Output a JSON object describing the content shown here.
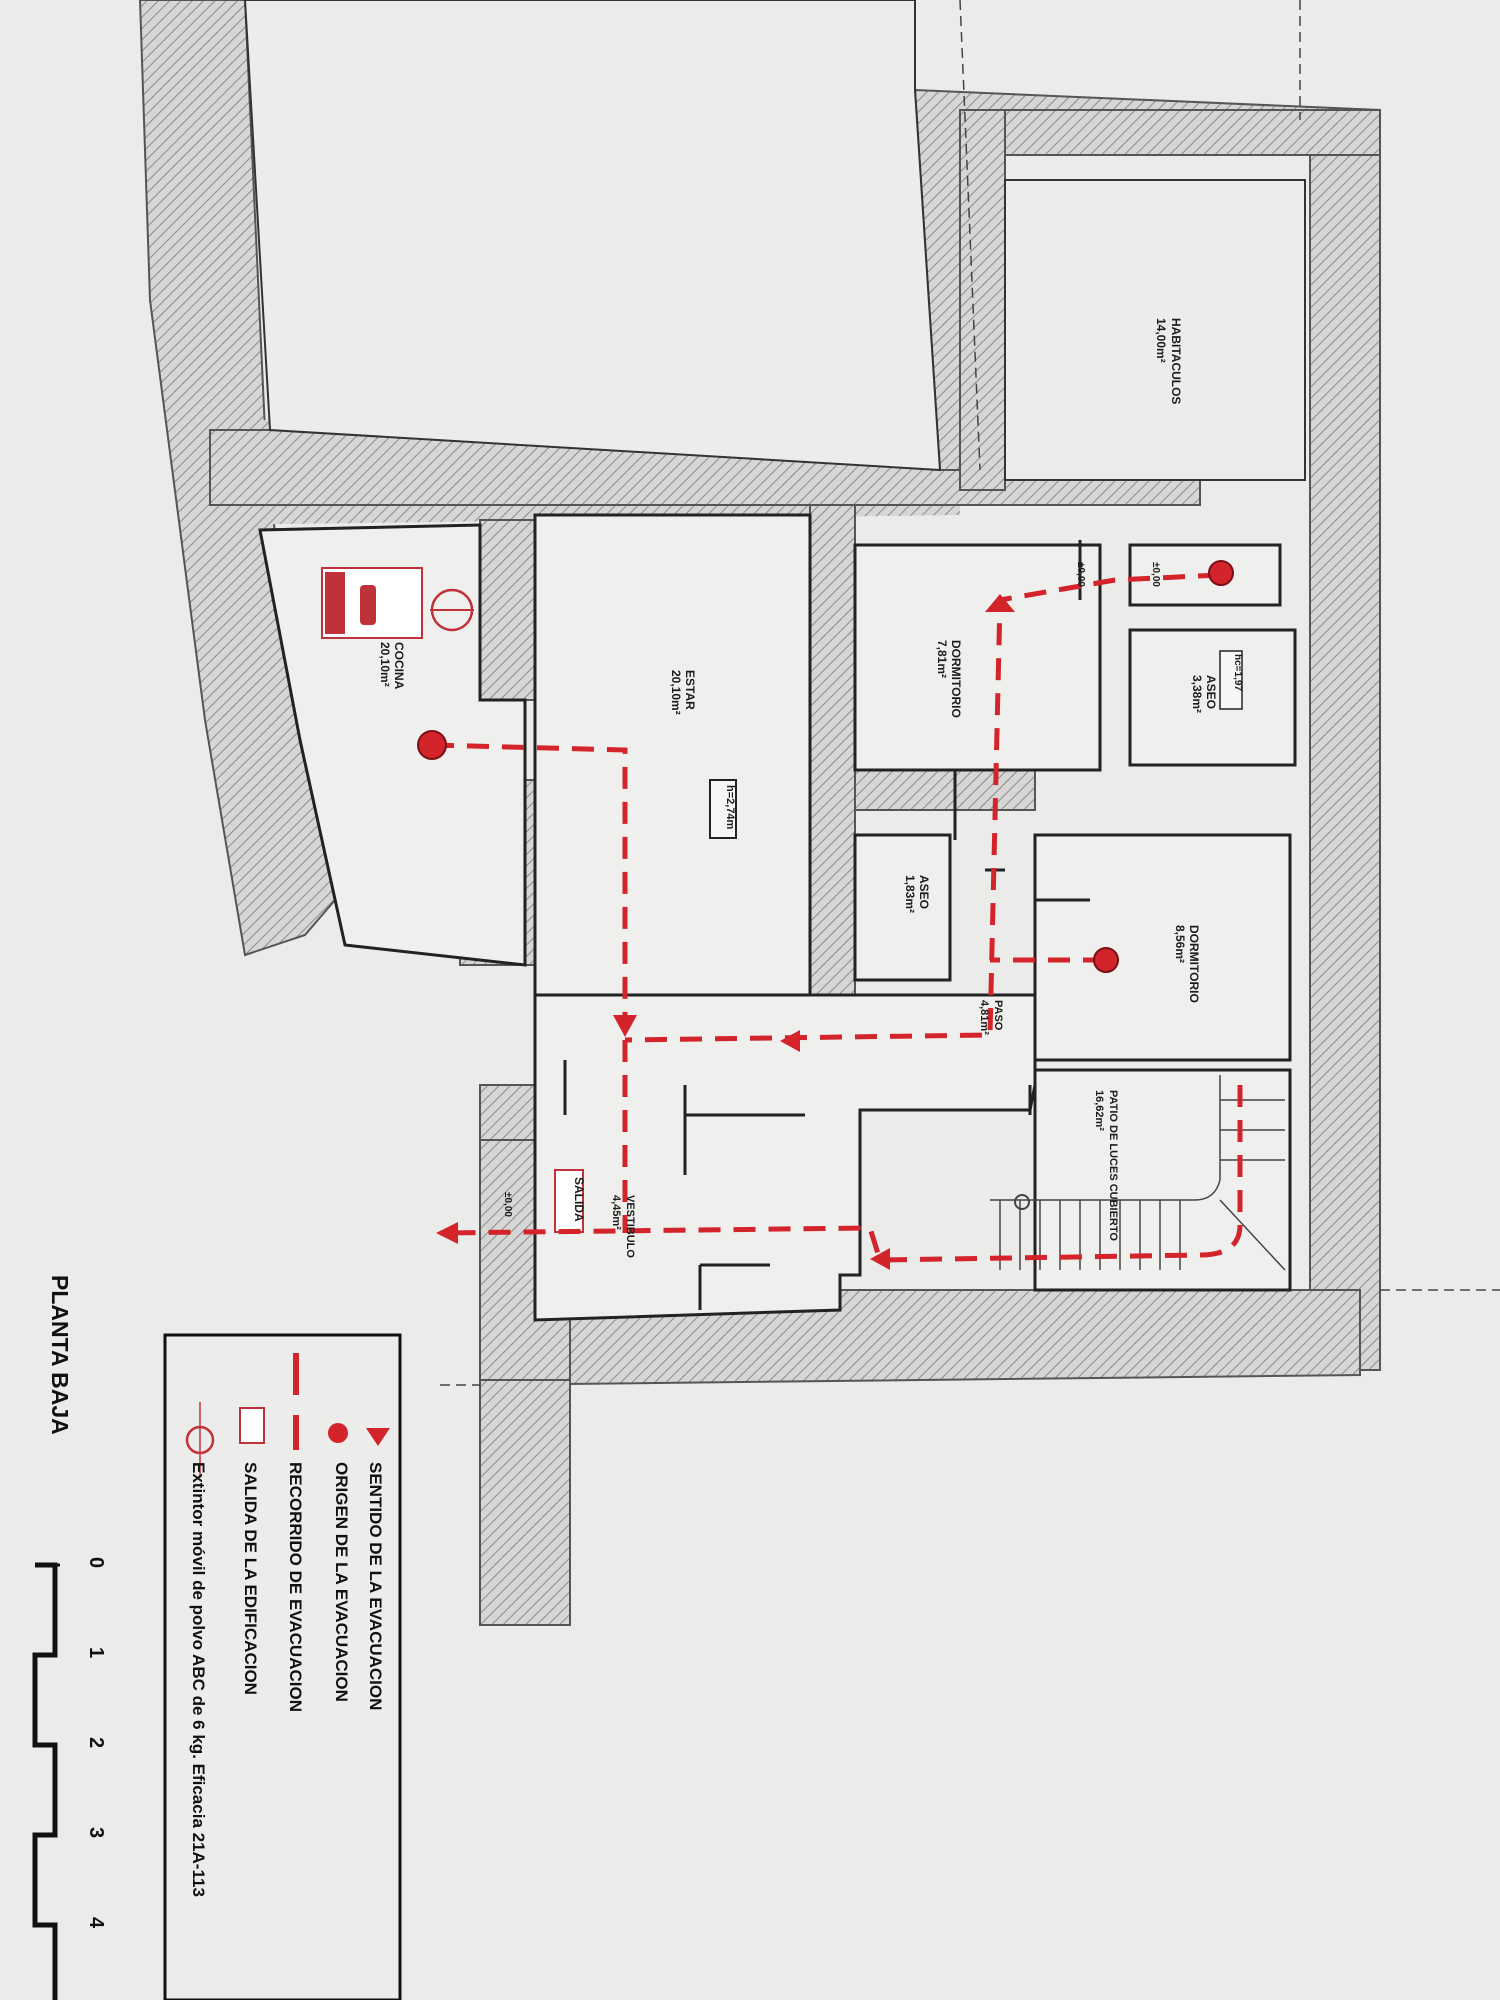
{
  "rooms": {
    "habitaculos": {
      "name": "HABITACULOS",
      "area": "14,00m²"
    },
    "cocina": {
      "name": "COCINA",
      "area": "20,10m²"
    },
    "estar": {
      "name": "ESTAR",
      "area": "20,10m²"
    },
    "estar_height": "h=2,74m",
    "dormitorio1": {
      "name": "DORMITORIO",
      "area": "7,81m²"
    },
    "aseo1": {
      "name": "ASEO",
      "area": "3,38m²"
    },
    "aseo1_height": "hc=1,97",
    "aseo2": {
      "name": "ASEO",
      "area": "1,83m²"
    },
    "paso": {
      "name": "PASO",
      "area": "4,81m²"
    },
    "dormitorio2": {
      "name": "DORMITORIO",
      "area": "8,56m²"
    },
    "patio": {
      "name": "PATIO DE LUCES CUBIERTO",
      "area": "16,62m²"
    },
    "vestibulo": {
      "name": "VESTIBULO",
      "area": "4,45m²"
    }
  },
  "levels": {
    "a": "±0,00",
    "b": "±0,00",
    "c": "±0,00"
  },
  "signs": {
    "salida": "SALIDA",
    "extintor": "EXTINTOR"
  },
  "legend": {
    "items": [
      {
        "icon": "direction-arrow-icon",
        "label": "SENTIDO DE LA EVACUACION"
      },
      {
        "icon": "origin-dot-icon",
        "label": "ORIGEN DE LA EVACUACION"
      },
      {
        "icon": "dashed-route-icon",
        "label": "RECORRIDO DE EVACUACION"
      },
      {
        "icon": "exit-sign-icon",
        "label": "SALIDA DE LA EDIFICACION"
      },
      {
        "icon": "extinguisher-icon",
        "label": "Extintor móvil de polvo ABC de 6 kg. Eficacia 21A-113"
      }
    ]
  },
  "plan_title": "PLANTA BAJA",
  "scale": {
    "ticks": [
      "0",
      "1",
      "2",
      "3",
      "4"
    ]
  },
  "colors": {
    "evacuation": "#d3242b",
    "wall": "#9a9a9a",
    "paper": "#e9e9e7",
    "ink": "#1a1a1a"
  }
}
